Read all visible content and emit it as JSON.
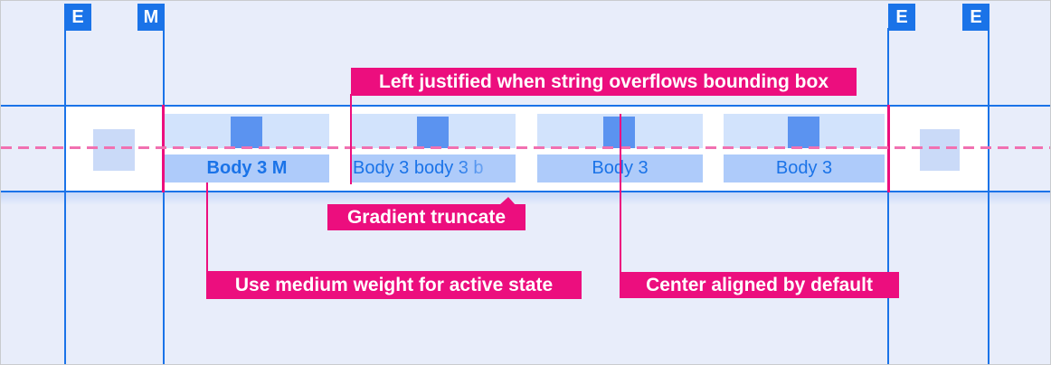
{
  "spec": {
    "component": "tab-bar",
    "markers": [
      {
        "label": "E"
      },
      {
        "label": "M"
      },
      {
        "label": "E"
      },
      {
        "label": "E"
      }
    ],
    "tabbar": {
      "tabs": [
        {
          "label": "Body 3 M",
          "state": "active",
          "alignment": "center",
          "weight": "medium"
        },
        {
          "label": "Body 3 body 3 b",
          "state": "inactive",
          "alignment": "left",
          "truncation": "gradient"
        },
        {
          "label": "Body 3",
          "state": "inactive",
          "alignment": "center"
        },
        {
          "label": "Body 3",
          "state": "inactive",
          "alignment": "center"
        }
      ],
      "icons": [
        "icon-placeholder",
        "icon-placeholder",
        "icon-placeholder",
        "icon-placeholder"
      ],
      "edge_placeholders": [
        "leading-placeholder",
        "trailing-placeholder"
      ]
    },
    "annotations": {
      "left_justified": "Left justified when string overflows bounding box",
      "gradient_truncate": "Gradient truncate",
      "medium_weight": "Use medium weight for active state",
      "center_aligned": "Center aligned by default"
    },
    "colors": {
      "background": "#E8EDFA",
      "canvas_border": "#C9CBCE",
      "spec_line_blue": "#1A73E8",
      "marker_blue": "#1A73E8",
      "annotation_pink": "#EC0E7E",
      "baseline_dash_pink": "#F171B1",
      "tab_icon_area": "#D2E3FC",
      "tab_label_area": "#AECBFA",
      "icon_square": "#5B93F0",
      "edge_placeholder": "#CADAF8",
      "tab_text": "#1A73E8",
      "bar_background": "#FFFFFF"
    }
  }
}
